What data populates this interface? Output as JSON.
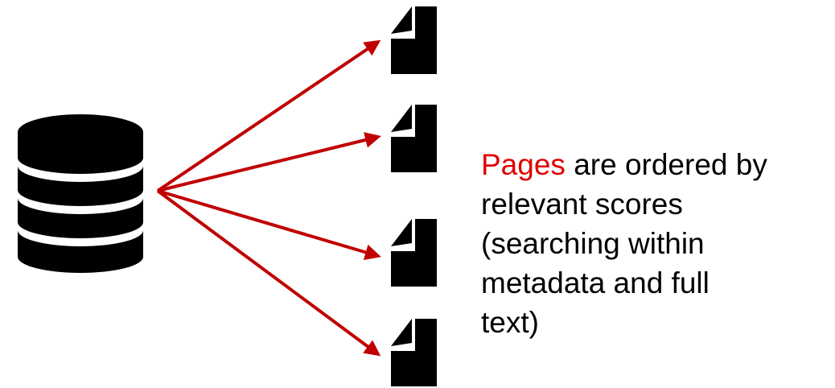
{
  "colors": {
    "arrow": "#c00000",
    "highlight": "#e00000",
    "icon": "#000000",
    "text": "#000000"
  },
  "icons": {
    "source": "database-icon",
    "targets": [
      "document-icon",
      "document-icon",
      "document-icon",
      "document-icon"
    ]
  },
  "caption": {
    "highlight_word": "Pages",
    "line1_rest": " are ordered by",
    "line2": "relevant  scores",
    "line3": "(searching within",
    "line4": "metadata and full",
    "line5": "text)"
  }
}
